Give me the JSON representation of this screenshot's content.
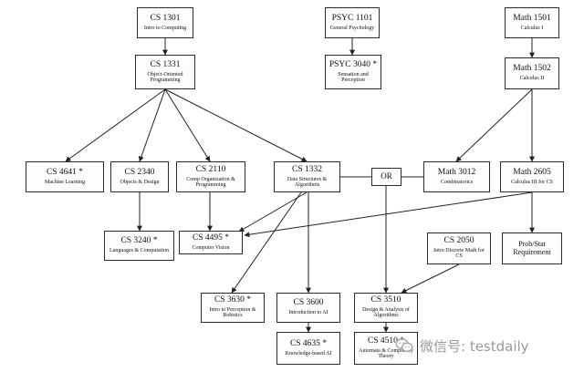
{
  "courses": {
    "cs1301": {
      "code": "CS 1301",
      "title": "Intro to Computing"
    },
    "psyc1101": {
      "code": "PSYC 1101",
      "title": "General Psychology"
    },
    "math1501": {
      "code": "Math 1501",
      "title": "Calculus I"
    },
    "cs1331": {
      "code": "CS 1331",
      "title": "Object-Oriented Programming"
    },
    "psyc3040": {
      "code": "PSYC 3040 *",
      "title": "Sensation and Perception"
    },
    "math1502": {
      "code": "Math 1502",
      "title": "Calculus II"
    },
    "cs4641": {
      "code": "CS 4641 *",
      "title": "Machine Learning"
    },
    "cs2340": {
      "code": "CS 2340",
      "title": "Objects & Design"
    },
    "cs2110": {
      "code": "CS 2110",
      "title": "Comp Organization & Programming"
    },
    "cs1332": {
      "code": "CS 1332",
      "title": "Data Structures & Algorithms"
    },
    "math3012": {
      "code": "Math 3012",
      "title": "Combinatorics"
    },
    "math2605": {
      "code": "Math 2605",
      "title": "Calculus III for CS"
    },
    "cs3240": {
      "code": "CS 3240 *",
      "title": "Languages & Computation"
    },
    "cs4495": {
      "code": "CS 4495 *",
      "title": "Computer Vision"
    },
    "cs2050": {
      "code": "CS 2050",
      "title": "Intro Discrete Math for CS"
    },
    "cs3630": {
      "code": "CS 3630 *",
      "title": "Intro to Perception & Robotics"
    },
    "cs3600": {
      "code": "CS 3600",
      "title": "Introduction to AI"
    },
    "cs3510": {
      "code": "CS 3510",
      "title": "Design & Analysis of Algorithms"
    },
    "cs4635": {
      "code": "CS 4635 *",
      "title": "Knowledge-based AI"
    },
    "cs4510": {
      "code": "CS 4510 *",
      "title": "Automata & Complexity Theory"
    }
  },
  "or_label": "OR",
  "prob_stat": "Prob/Stat Requirement",
  "watermark": {
    "text": "微信号: testdaily",
    "icon": "wechat-icon",
    "color": "#9a9a9a"
  }
}
